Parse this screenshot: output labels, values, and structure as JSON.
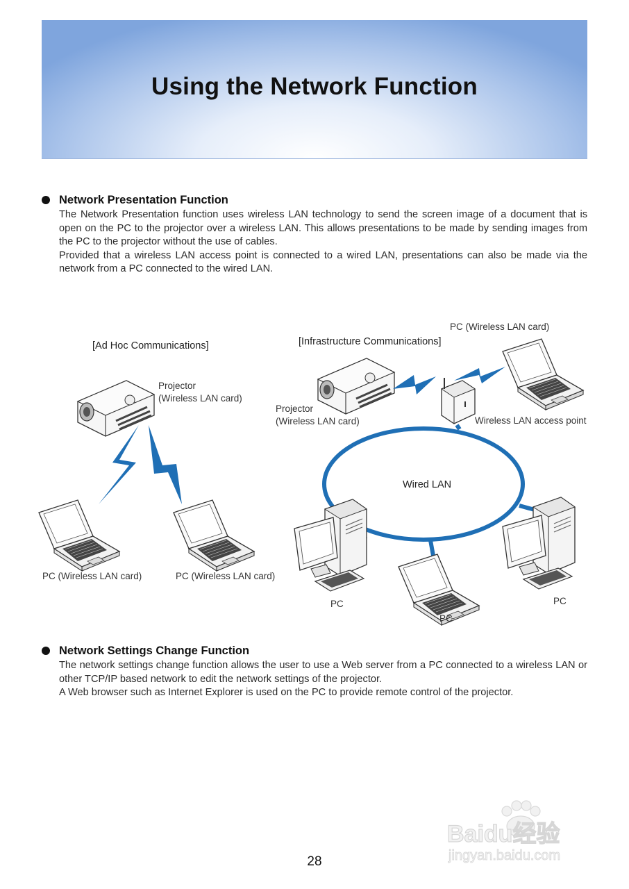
{
  "header": {
    "title": "Using the Network Function"
  },
  "section1": {
    "heading": "Network Presentation Function",
    "paragraph1": "The Network Presentation function uses wireless LAN technology to send the screen image of a document that is open on the PC to the projector over a wireless LAN. This allows presentations to be made by sending images from the PC to the projector without the use of cables.",
    "paragraph2": "Provided that a wireless LAN access point is connected to a wired LAN, presentations can also be made via the network from a PC connected to the wired LAN."
  },
  "diagram": {
    "adhoc": {
      "title": "[Ad Hoc Communications]",
      "projector_line1": "Projector",
      "projector_line2": "(Wireless LAN card)",
      "pc_left": "PC (Wireless LAN card)",
      "pc_right": "PC (Wireless LAN card)"
    },
    "infrastructure": {
      "title": "[Infrastructure Communications]",
      "projector_line1": "Projector",
      "projector_line2": "(Wireless LAN card)",
      "pc_wireless": "PC (Wireless LAN card)",
      "access_point": "Wireless LAN access point",
      "wired_lan": "Wired LAN",
      "pc1": "PC",
      "pc2": "PC",
      "pc3": "PC"
    },
    "colors": {
      "signal_blue": "#1f6fb5",
      "line_gray": "#333333"
    }
  },
  "section2": {
    "heading": "Network Settings Change Function",
    "paragraph1": "The network settings change function allows the user to use a Web server from a PC connected to a wireless LAN or other TCP/IP based network to edit the network settings of the projector.",
    "paragraph2": "A Web browser such as Internet Explorer is used on the PC to provide remote control of the projector."
  },
  "footer": {
    "page_number": "28"
  },
  "watermark": {
    "brand": "Baidu经验",
    "url": "jingyan.baidu.com"
  }
}
